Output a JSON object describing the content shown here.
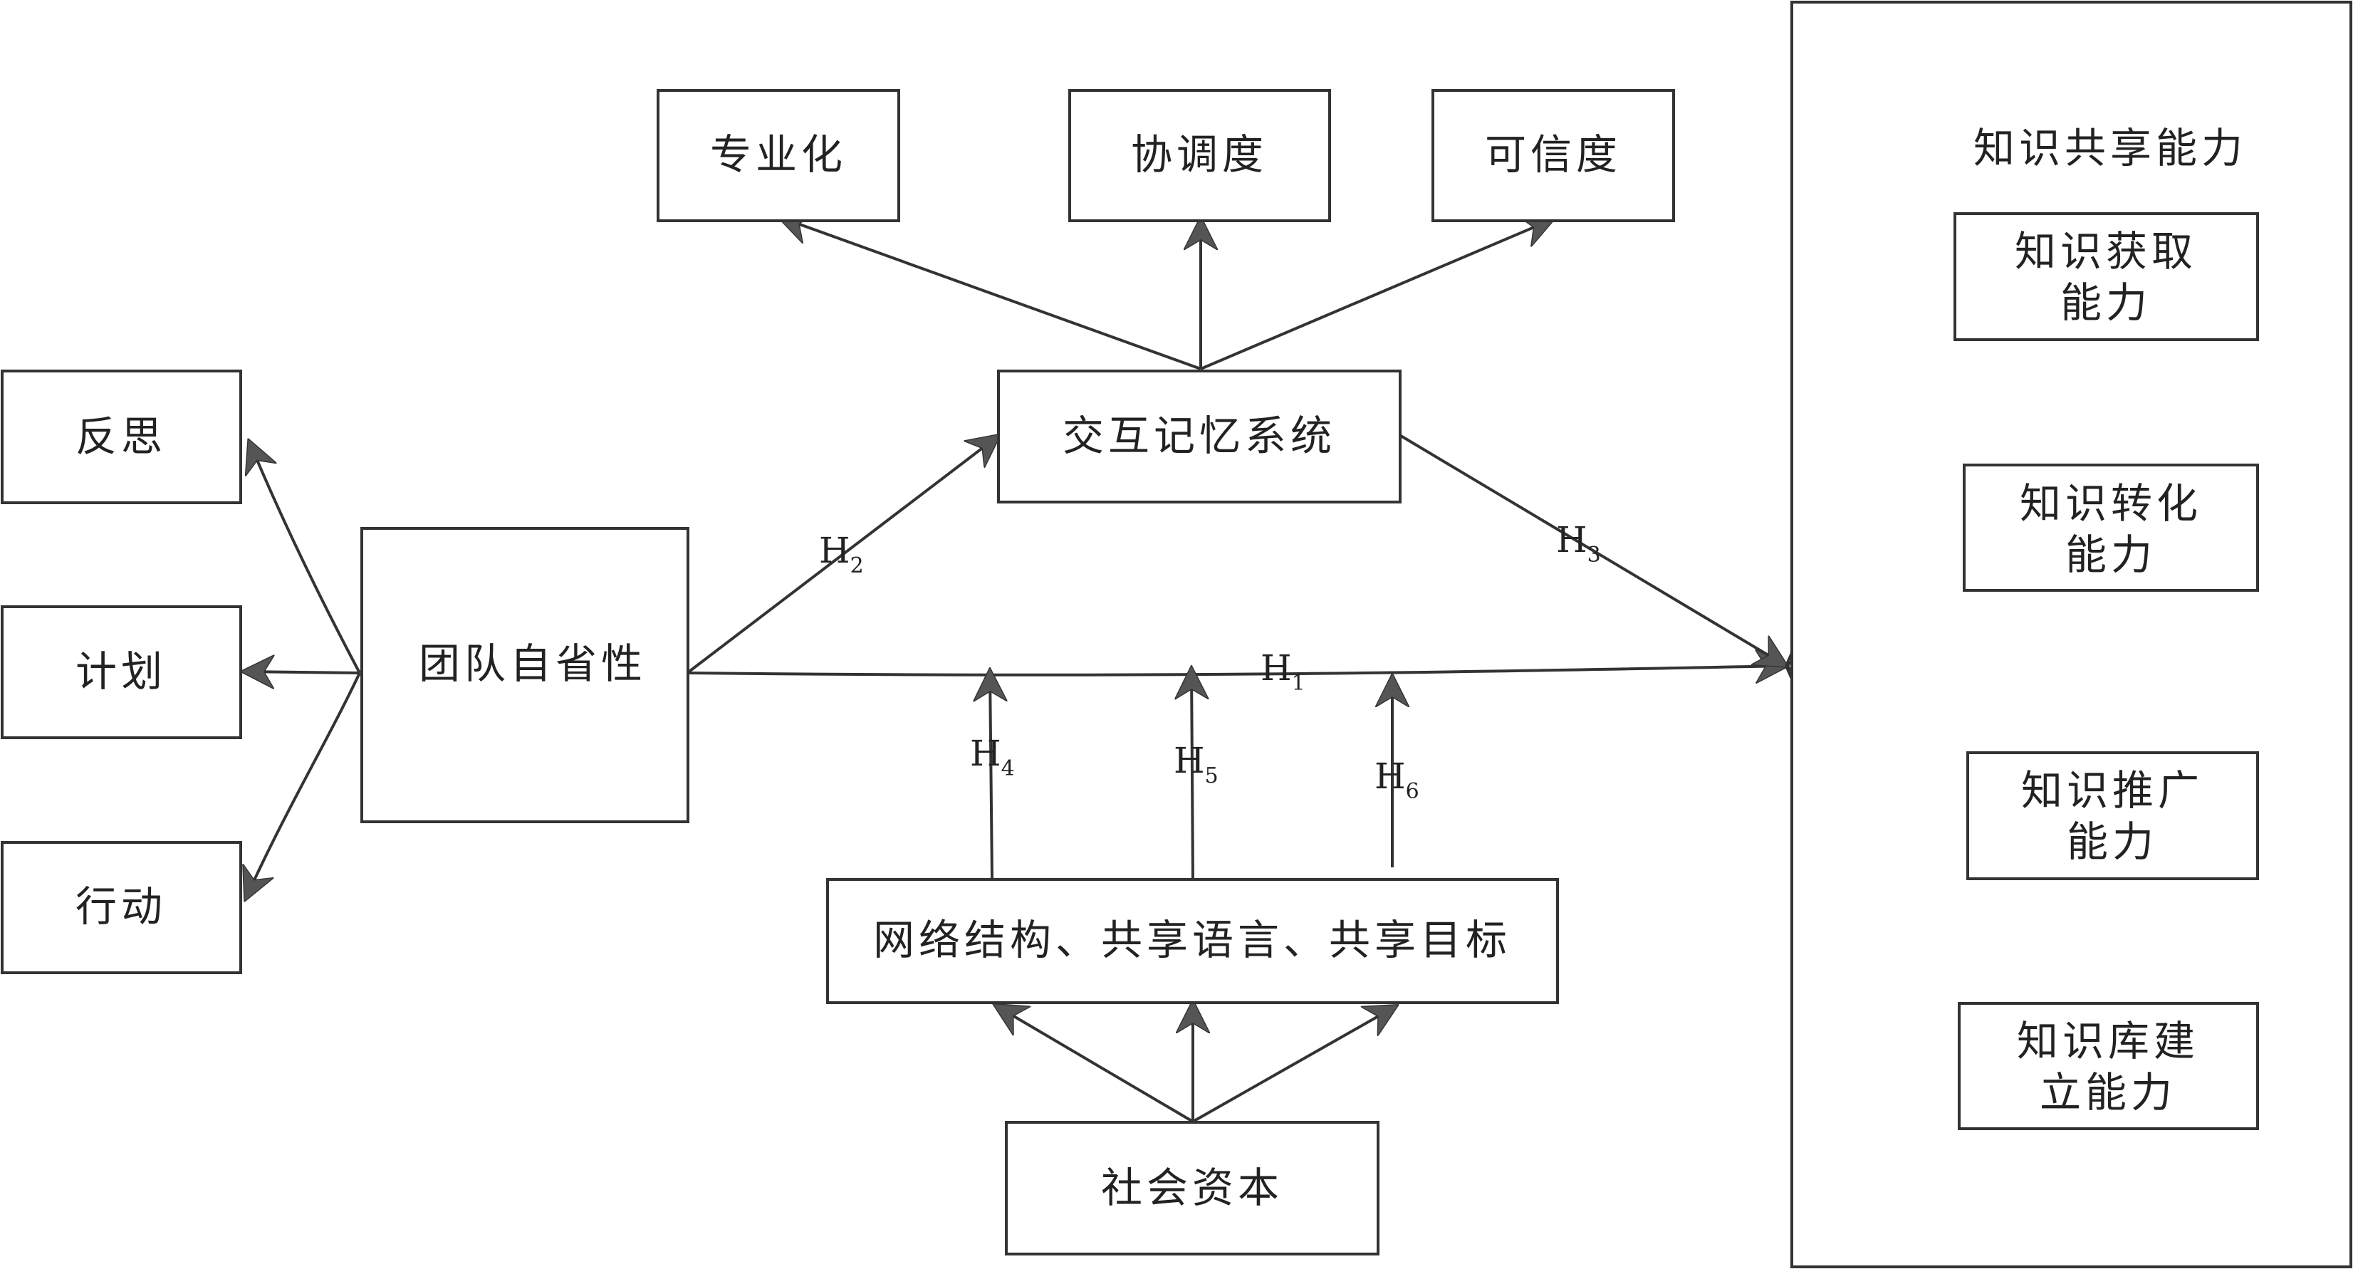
{
  "nodes": {
    "reflect": "反思",
    "plan": "计划",
    "act": "行动",
    "team_reflexivity": "团队自省性",
    "tms": "交互记忆系统",
    "specialization": "专业化",
    "coordination": "协调度",
    "credibility": "可信度",
    "network": "网络结构、共享语言、共享目标",
    "social_capital": "社会资本",
    "ks_title": "知识共享能力",
    "ks_acquire": [
      "知识获取",
      "能力"
    ],
    "ks_transform": [
      "知识转化",
      "能力"
    ],
    "ks_promote": [
      "知识推广",
      "能力"
    ],
    "ks_build": [
      "知识库建",
      "立能力"
    ]
  },
  "hypotheses": {
    "h1": {
      "main": "H",
      "sub": "1"
    },
    "h2": {
      "main": "H",
      "sub": "2"
    },
    "h3": {
      "main": "H",
      "sub": "3"
    },
    "h4": {
      "main": "H",
      "sub": "4"
    },
    "h5": {
      "main": "H",
      "sub": "5"
    },
    "h6": {
      "main": "H",
      "sub": "6"
    }
  },
  "colors": {
    "stroke": "#333333",
    "arrow": "#555555",
    "text": "#222222"
  }
}
